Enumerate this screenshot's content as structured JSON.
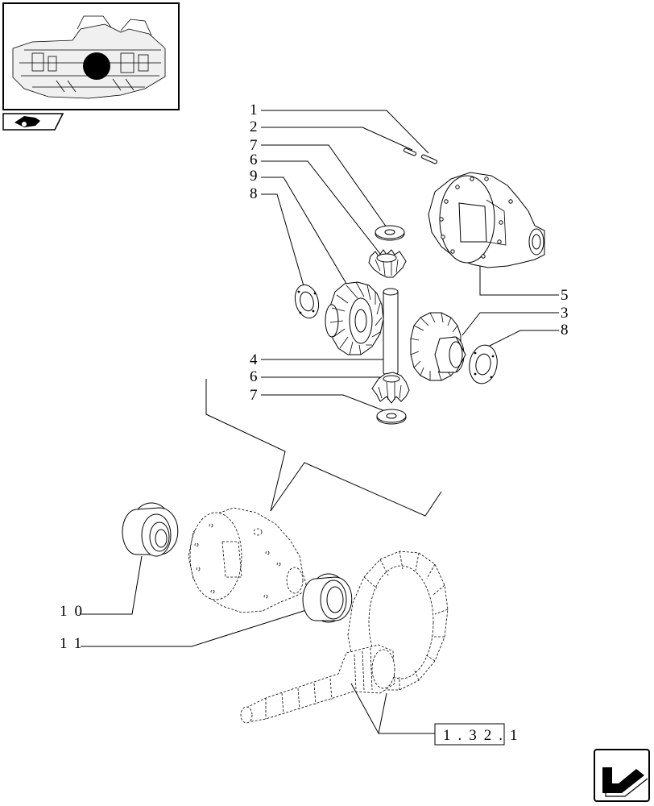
{
  "callouts": {
    "c1": "1",
    "c2": "2",
    "c7a": "7",
    "c6a": "6",
    "c9": "9",
    "c8a": "8",
    "c5": "5",
    "c3": "3",
    "c8b": "8",
    "c4": "4",
    "c6b": "6",
    "c7b": "7",
    "c10": "10",
    "c11": "11"
  },
  "reference": "1.32.1",
  "icons": {
    "section": "tractor-section-icon",
    "next": "next-page-arrow-icon"
  }
}
